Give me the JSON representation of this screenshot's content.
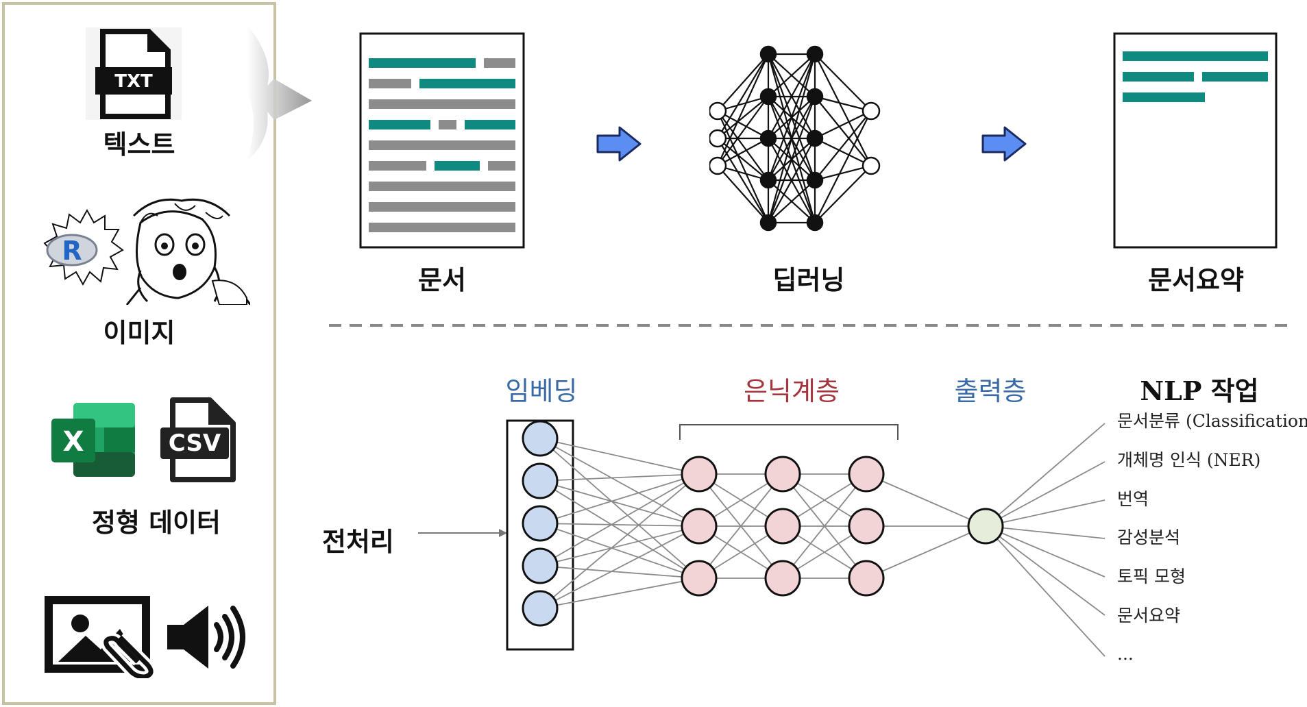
{
  "sidebar": {
    "txt_icon_text": "TXT",
    "text_label": "텍스트",
    "r_logo_letter": "R",
    "image_label": "이미지",
    "excel_letter": "X",
    "csv_icon_text": "CSV",
    "structured_label": "정형 데이터",
    "media_icons": [
      "image-icon",
      "paperclip-icon",
      "speaker-icon"
    ]
  },
  "pipeline": {
    "document_label": "문서",
    "deep_learning_label": "딥러닝",
    "summary_label": "문서요약"
  },
  "network": {
    "embedding_label": "임베딩",
    "hidden_label": "은닉계층",
    "output_label": "출력층",
    "nlp_label": "NLP 작업",
    "preprocess_label": "전처리",
    "tasks": [
      "문서분류 (Classification)",
      "개체명 인식 (NER)",
      "번역",
      "감성분석",
      "토픽 모형",
      "문서요약",
      "..."
    ]
  },
  "colors": {
    "teal": "#0f8a80",
    "gray_bar": "#8c8c8c",
    "blue_header": "#3a6aa5",
    "red_header": "#a6343c",
    "embed_node": "#c9daf0",
    "hidden_node": "#f2d4d6",
    "output_node": "#e6eedb",
    "sidebar_border": "#c9c2a2",
    "arrow_blue": "#5b8ef0"
  }
}
